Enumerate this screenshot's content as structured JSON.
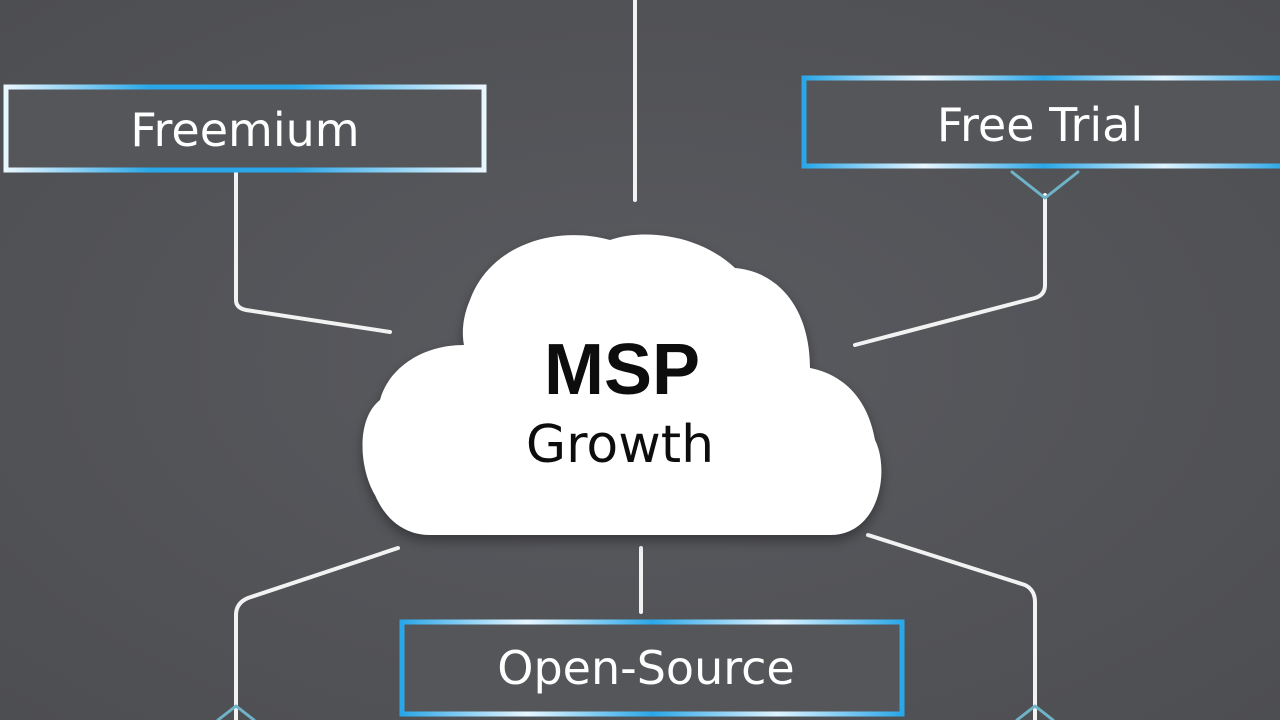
{
  "center": {
    "title": "MSP",
    "subtitle": "Growth"
  },
  "nodes": {
    "freemium": {
      "label": "Freemium"
    },
    "free_trial": {
      "label": "Free Trial"
    },
    "open_source": {
      "label": "Open-Source"
    }
  },
  "colors": {
    "background": "#55565a",
    "connector": "#f2f2f2",
    "box_accent": "#2aa7e8",
    "cloud": "#ffffff",
    "text_dark": "#0d0d0d"
  }
}
